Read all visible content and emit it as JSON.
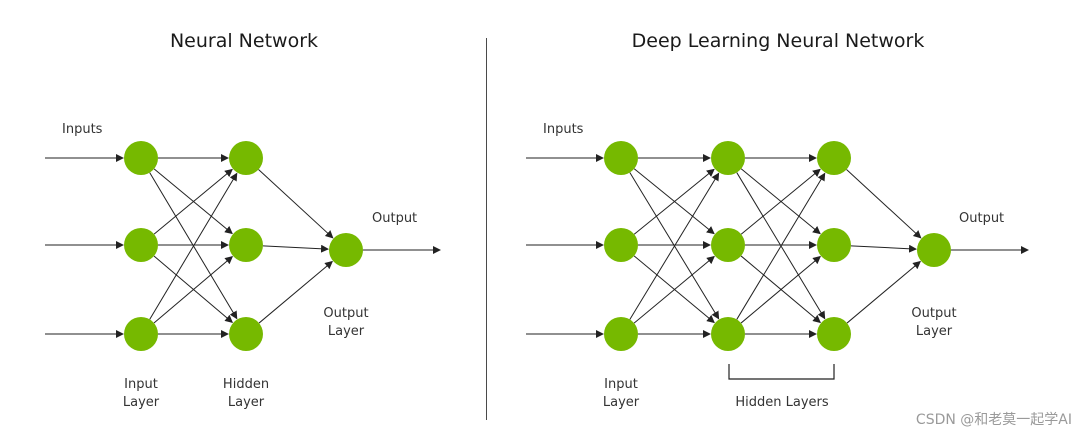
{
  "left": {
    "title": "Neural Network",
    "inputs_label": "Inputs",
    "output_label": "Output",
    "input_layer_label": "Input\nLayer",
    "hidden_layer_label": "Hidden\nLayer",
    "output_layer_label": "Output\nLayer"
  },
  "right": {
    "title": "Deep Learning Neural Network",
    "inputs_label": "Inputs",
    "output_label": "Output",
    "input_layer_label": "Input\nLayer",
    "hidden_layers_label": "Hidden Layers",
    "output_layer_label": "Output\nLayer"
  },
  "watermark": "CSDN @和老莫一起学AI",
  "colors": {
    "node": "#76b900",
    "line": "#222222",
    "divider": "#4a4a4a"
  }
}
